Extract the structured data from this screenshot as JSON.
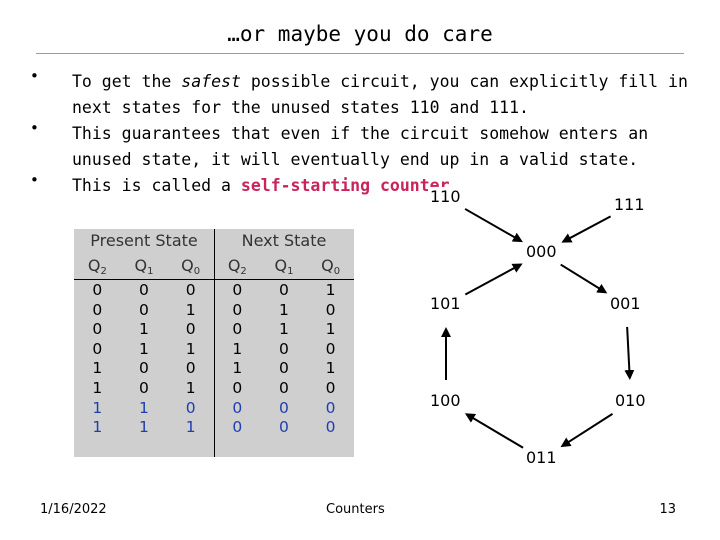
{
  "title": "…or maybe you do care",
  "bullets": [
    {
      "pre": "To get the ",
      "em": "safest",
      "post": " possible circuit, you can explicitly fill in next states for the unused states 110 and 111."
    },
    {
      "text": "This guarantees that even if the circuit somehow enters an unused state, it will eventually end up in a valid state."
    },
    {
      "pre": "This is called a ",
      "highlight": "self-starting counter",
      "post": "."
    }
  ],
  "bullet_glyph": "•",
  "table": {
    "group_headers": [
      "Present State",
      "Next State"
    ],
    "col_headers": [
      {
        "base": "Q",
        "sub": "2"
      },
      {
        "base": "Q",
        "sub": "1"
      },
      {
        "base": "Q",
        "sub": "0"
      },
      {
        "base": "Q",
        "sub": "2"
      },
      {
        "base": "Q",
        "sub": "1"
      },
      {
        "base": "Q",
        "sub": "0"
      }
    ],
    "rows": [
      {
        "present": [
          "0",
          "0",
          "0"
        ],
        "next": [
          "0",
          "0",
          "1"
        ],
        "color": "black"
      },
      {
        "present": [
          "0",
          "0",
          "1"
        ],
        "next": [
          "0",
          "1",
          "0"
        ],
        "color": "black"
      },
      {
        "present": [
          "0",
          "1",
          "0"
        ],
        "next": [
          "0",
          "1",
          "1"
        ],
        "color": "black"
      },
      {
        "present": [
          "0",
          "1",
          "1"
        ],
        "next": [
          "1",
          "0",
          "0"
        ],
        "color": "black"
      },
      {
        "present": [
          "1",
          "0",
          "0"
        ],
        "next": [
          "1",
          "0",
          "1"
        ],
        "color": "black"
      },
      {
        "present": [
          "1",
          "0",
          "1"
        ],
        "next": [
          "0",
          "0",
          "0"
        ],
        "color": "black"
      },
      {
        "present": [
          "1",
          "1",
          "0"
        ],
        "next": [
          "0",
          "0",
          "0"
        ],
        "color": "blue"
      },
      {
        "present": [
          "1",
          "1",
          "1"
        ],
        "next": [
          "0",
          "0",
          "0"
        ],
        "color": "blue"
      }
    ]
  },
  "state_diagram": {
    "states": [
      "110",
      "111",
      "000",
      "101",
      "001",
      "100",
      "010",
      "011"
    ]
  },
  "colors": {
    "highlight": "#c8235a",
    "unused_rows": "#1e3fae",
    "table_bg": "#cfcfcf"
  },
  "footer": {
    "date": "1/16/2022",
    "name": "Counters",
    "page": "13"
  }
}
